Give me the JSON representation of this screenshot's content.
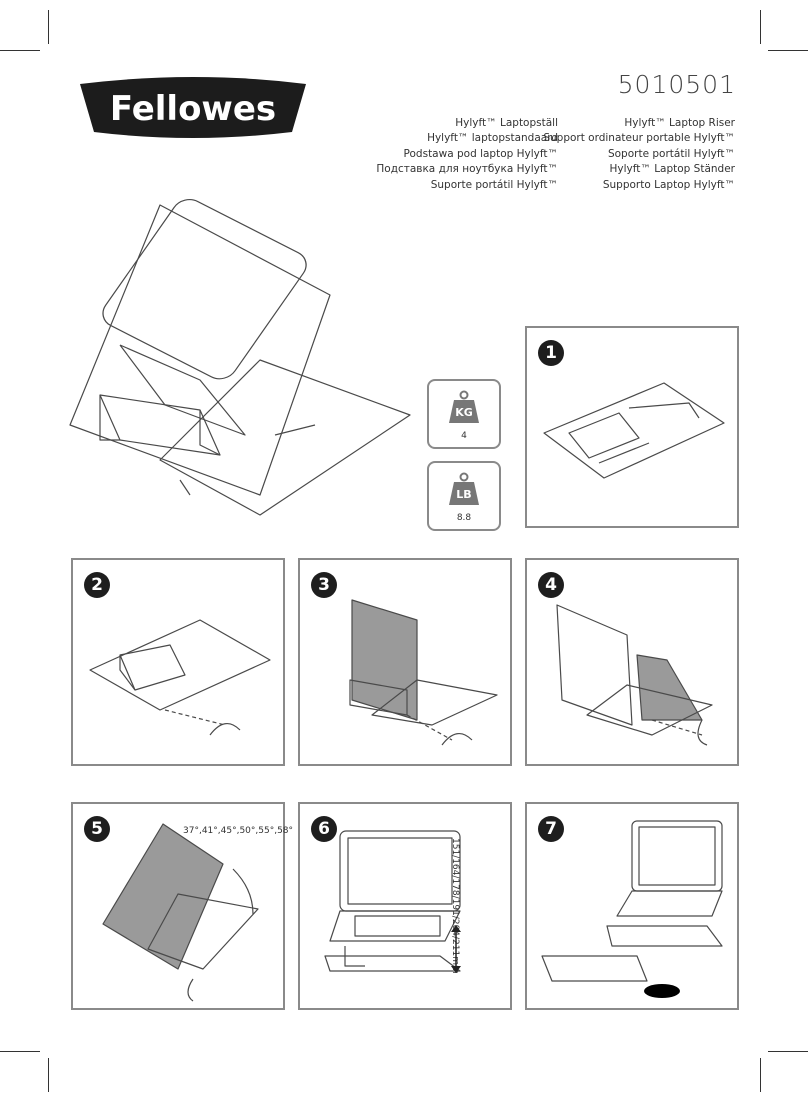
{
  "brand": {
    "logo_text": "Fellowes",
    "logo_color": "#1c1c1c"
  },
  "product_code": "5010501",
  "product_names": {
    "left": [
      "Hylyft™ Laptopställ",
      "Hylyft™ laptopstandaard",
      "Podstawa pod laptop Hylyft™",
      "Подставка для ноутбука Hylyft™",
      "Suporte portátil Hylyft™"
    ],
    "right": [
      "Hylyft™ Laptop Riser",
      "Support ordinateur portable Hylyft™",
      "Soporte portátil Hylyft™",
      "Hylyft™ Laptop Ständer",
      "Supporto Laptop Hylyft™"
    ]
  },
  "weight": {
    "kg": {
      "unit": "KG",
      "value": "4"
    },
    "lb": {
      "unit": "LB",
      "value": "8.8"
    }
  },
  "steps": [
    {
      "number": "1"
    },
    {
      "number": "2"
    },
    {
      "number": "3"
    },
    {
      "number": "4"
    },
    {
      "number": "5"
    },
    {
      "number": "6"
    },
    {
      "number": "7"
    }
  ],
  "angle_options": "37°,41°,45°,50°,55°,58°",
  "height_options": "151/164/178/191/204/211mm",
  "colors": {
    "panel_border": "#8a8a8a",
    "badge": "#1e1e1e",
    "shaded": "#9a9a9a"
  }
}
